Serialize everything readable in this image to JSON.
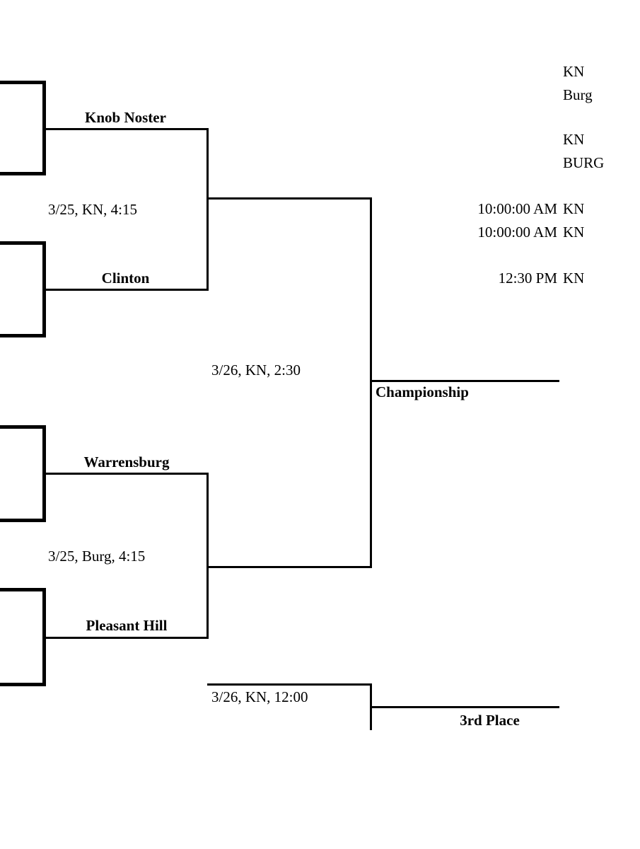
{
  "bracket": {
    "semifinal_1": {
      "top_team": "Knob Noster",
      "bottom_team": "Clinton",
      "game_info": "3/25, KN, 4:15"
    },
    "semifinal_2": {
      "top_team": "Warrensburg",
      "bottom_team": "Pleasant Hill",
      "game_info": "3/25, Burg, 4:15"
    },
    "championship": {
      "label": "Championship",
      "game_info": "3/26, KN, 2:30"
    },
    "third_place": {
      "label": "3rd Place",
      "game_info": "3/26, KN, 12:00"
    }
  },
  "schedule_notes": {
    "row1": {
      "time": "",
      "site": "KN"
    },
    "row2": {
      "time": "",
      "site": "Burg"
    },
    "row3": {
      "time": "",
      "site": "KN"
    },
    "row4": {
      "time": "",
      "site": "BURG"
    },
    "row5": {
      "time": "10:00:00 AM",
      "site": "KN"
    },
    "row6": {
      "time": "10:00:00 AM",
      "site": "KN"
    },
    "row7": {
      "time": "12:30 PM",
      "site": "KN"
    }
  }
}
